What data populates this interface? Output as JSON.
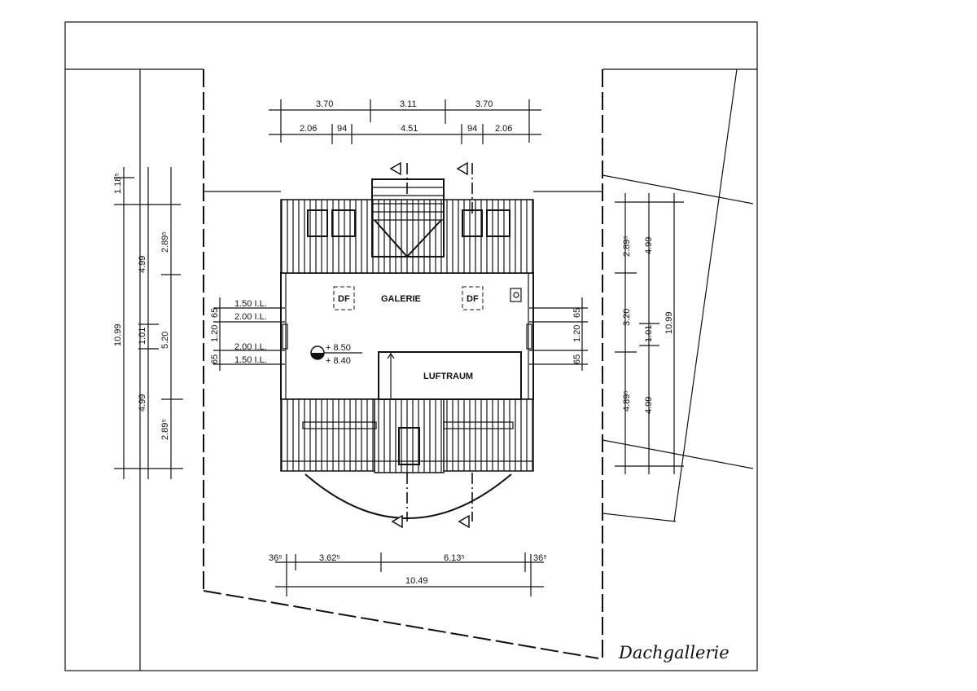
{
  "drawing": {
    "title": "Dachgallerie",
    "rooms": {
      "galerie": "GALERIE",
      "luftraum": "LUFTRAUM"
    },
    "skylight_label": "DF",
    "levels": {
      "upper": "+ 8.50",
      "lower": "+ 8.40"
    },
    "window_heights_left": [
      "1.50 I.L.",
      "2.00 I.L.",
      "2.00 I.L.",
      "1.50 I.L."
    ],
    "window_dims_left": [
      "65",
      "1.20",
      "65"
    ],
    "window_dims_right": [
      "65",
      "1.20",
      "65"
    ]
  },
  "dimensions": {
    "top_row1": [
      "3.70",
      "3.11",
      "3.70"
    ],
    "top_row2": [
      "2.06",
      "94",
      "4.51",
      "94",
      "2.06"
    ],
    "bottom_row1": [
      "36⁵",
      "3.62⁵",
      "6.13⁵",
      "36⁵"
    ],
    "bottom_row2": [
      "10.49"
    ],
    "left_col1": [
      "1.18⁵",
      "10.99"
    ],
    "left_col2": [
      "4.99",
      "1.01",
      "4.99"
    ],
    "left_col3": [
      "2.89⁵",
      "5.20",
      "2.89⁵"
    ],
    "right_col1": [
      "2.89⁵",
      "3.20",
      "4.89⁵"
    ],
    "right_col2": [
      "4.99",
      "1.01",
      "4.99"
    ],
    "right_col3": [
      "10.99"
    ]
  }
}
